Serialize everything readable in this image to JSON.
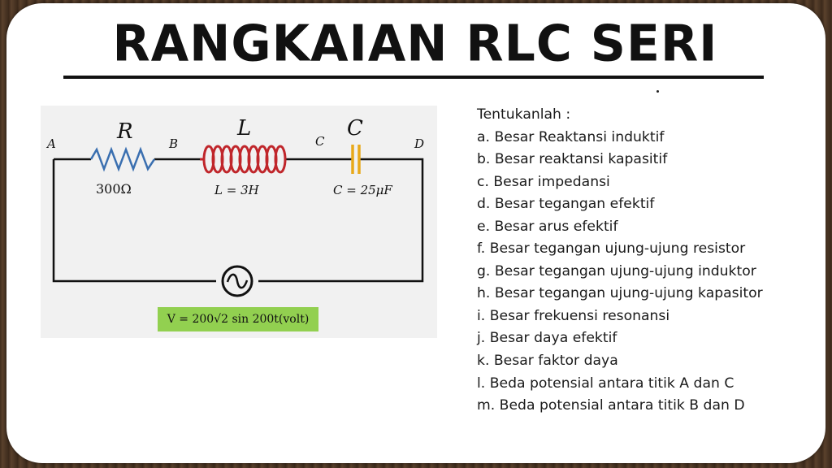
{
  "title": "RANGKAIAN RLC SERI",
  "circuit": {
    "nodes": [
      "A",
      "B",
      "C",
      "D"
    ],
    "resistor": {
      "symbol": "R",
      "value": "300Ω"
    },
    "inductor": {
      "symbol": "L",
      "value": "L = 3H"
    },
    "capacitor": {
      "symbol": "C",
      "value": "C = 25μF"
    },
    "source_formula": "V = 200√2 sin 200t(volt)",
    "colors": {
      "resistor": "#3a6fb0",
      "inductor": "#c0262b",
      "capacitor": "#e8a91a",
      "formula_bg": "#92d050",
      "wire": "#111111"
    }
  },
  "questions": {
    "intro": "Tentukanlah :",
    "items": [
      "a. Besar Reaktansi induktif",
      "b. Besar reaktansi kapasitif",
      "c. Besar impedansi",
      "d. Besar tegangan efektif",
      "e. Besar arus efektif",
      "f. Besar tegangan ujung-ujung resistor",
      "g. Besar tegangan ujung-ujung induktor",
      "h. Besar tegangan ujung-ujung kapasitor",
      "i. Besar frekuensi resonansi",
      "j. Besar daya efektif",
      "k. Besar faktor daya",
      "l. Beda potensial antara titik A dan C",
      "m. Beda potensial antara titik B dan D"
    ]
  }
}
